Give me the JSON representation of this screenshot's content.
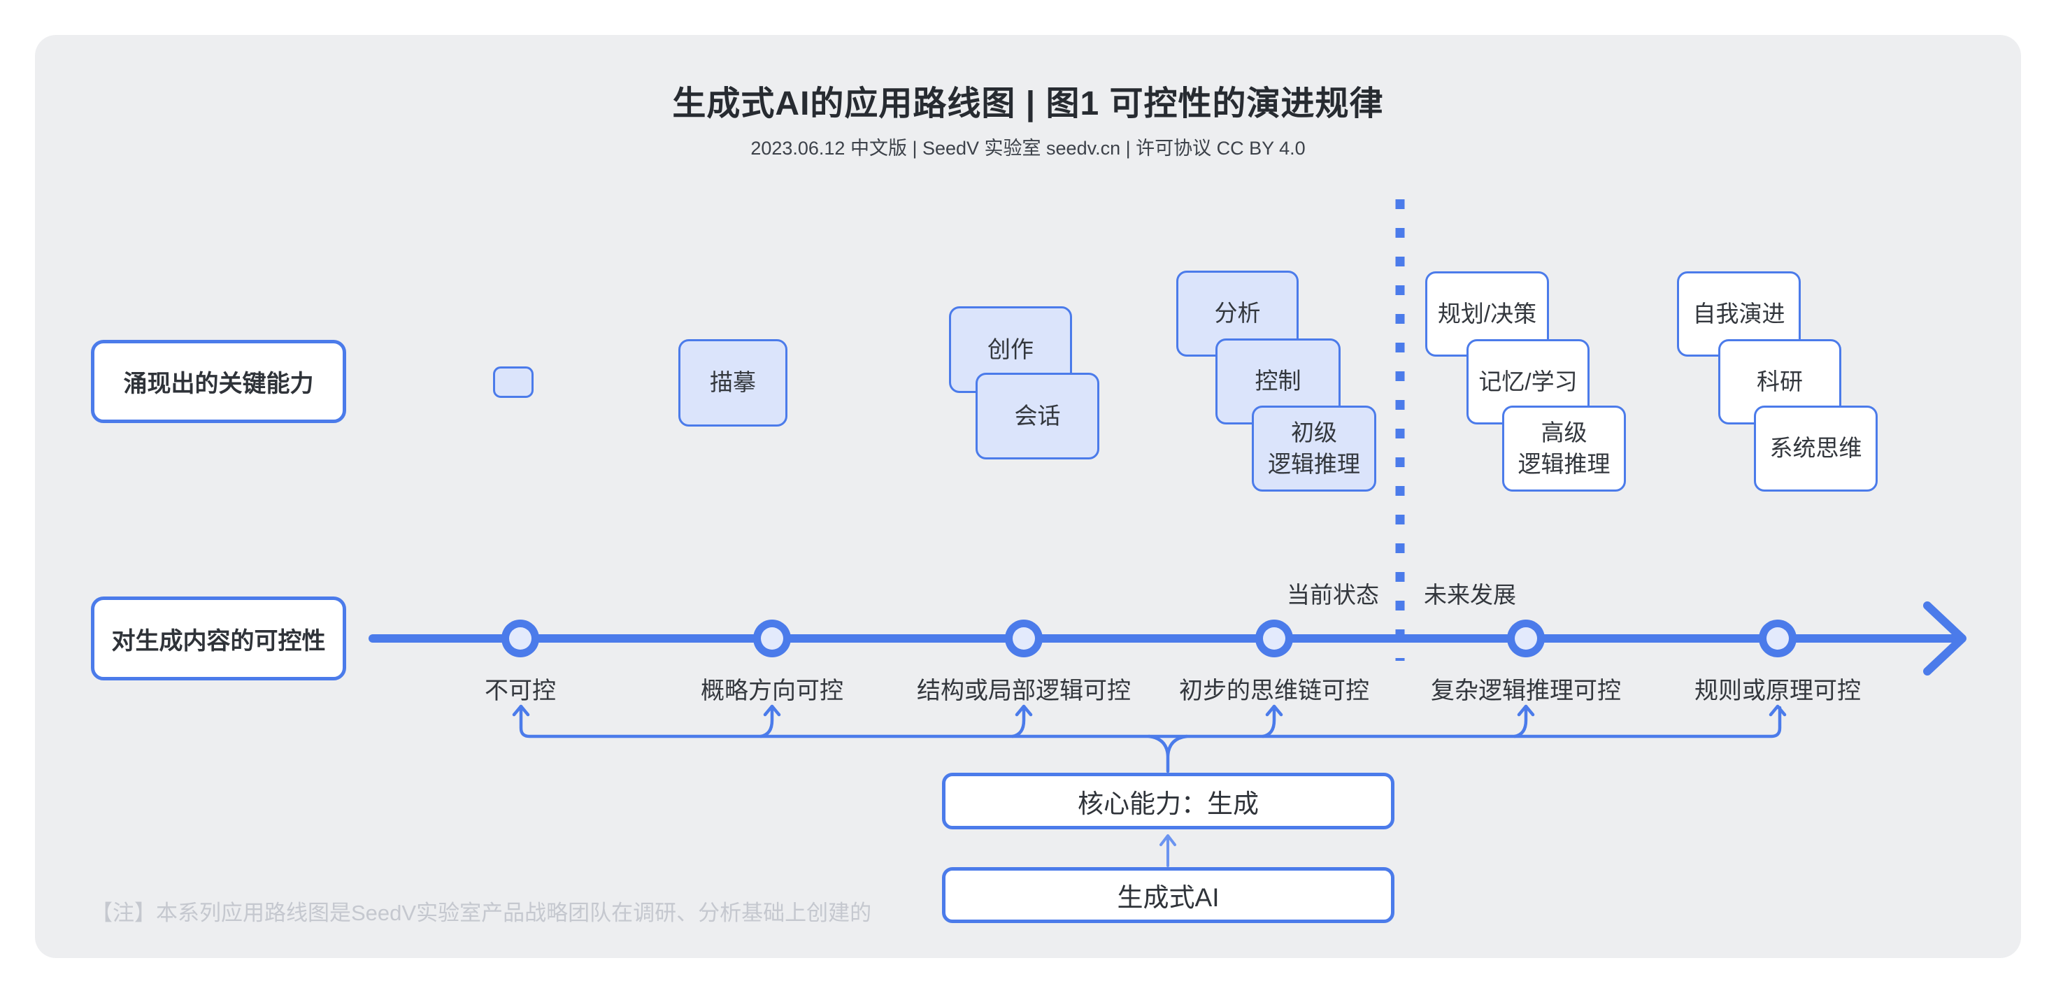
{
  "header": {
    "title": "生成式AI的应用路线图 | 图1 可控性的演进规律",
    "subtitle": "2023.06.12 中文版 | SeedV 实验室 seedv.cn | 许可协议 CC BY 4.0"
  },
  "row_labels": {
    "capabilities": "涌现出的关键能力",
    "controllability": "对生成内容的可控性"
  },
  "cards": {
    "c0": "",
    "c1": "描摹",
    "c2": "创作",
    "c3": "会话",
    "c4": "分析",
    "c5": "控制",
    "c6": "初级\n逻辑推理",
    "f0": "规划/决策",
    "f1": "记忆/学习",
    "f2": "高级\n逻辑推理",
    "f3": "自我演进",
    "f4": "科研",
    "f5": "系统思维"
  },
  "milestones": [
    "不可控",
    "概略方向可控",
    "结构或局部逻辑可控",
    "初步的思维链可控",
    "复杂逻辑推理可控",
    "规则或原理可控"
  ],
  "phase_labels": {
    "current": "当前状态",
    "future": "未来发展"
  },
  "bottom": {
    "core_capability": "核心能力：生成",
    "generative_ai": "生成式AI"
  },
  "note": "【注】本系列应用路线图是SeedV实验室产品战略团队在调研、分析基础上创建的",
  "colors": {
    "accent_blue": "#4b7bea",
    "card_fill_current": "#dbe4fb",
    "card_fill_future": "#ffffff",
    "node_inner": "#e3eafc",
    "panel_background": "#edeef0",
    "text_dark": "#33373d",
    "note_gray": "#c5c8cf"
  }
}
